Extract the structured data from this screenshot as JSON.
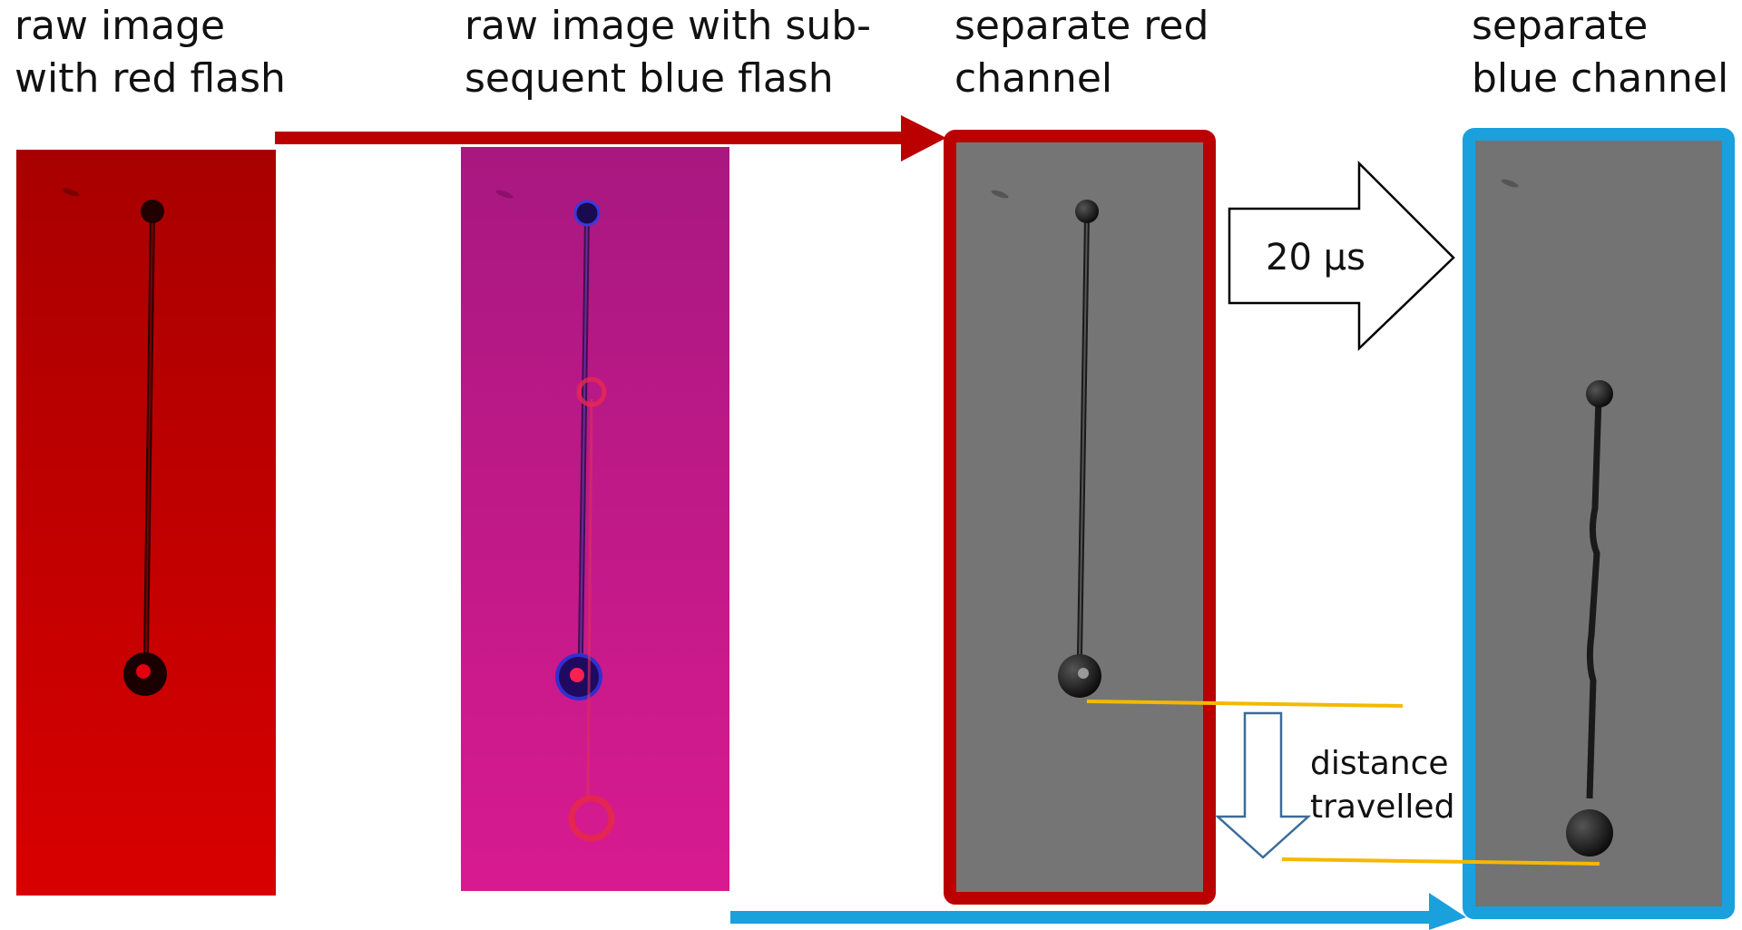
{
  "labels": {
    "red_raw": [
      "raw image",
      "with red flash"
    ],
    "blue_raw": [
      "raw image with sub-",
      "sequent blue flash"
    ],
    "red_channel": [
      "separate red",
      "channel"
    ],
    "blue_channel": [
      "separate",
      "blue channel"
    ]
  },
  "time_arrow": "20 µs",
  "distance_label": [
    "distance",
    "travelled"
  ],
  "colors": {
    "red_flash": "#c80000",
    "magenta": "#c8157f",
    "gray_panel": "#737373",
    "red_frame": "#bb0000",
    "blue_frame": "#1aa0dd",
    "yellow": "#f5b800",
    "outline_blue": "#3b6b9a"
  }
}
